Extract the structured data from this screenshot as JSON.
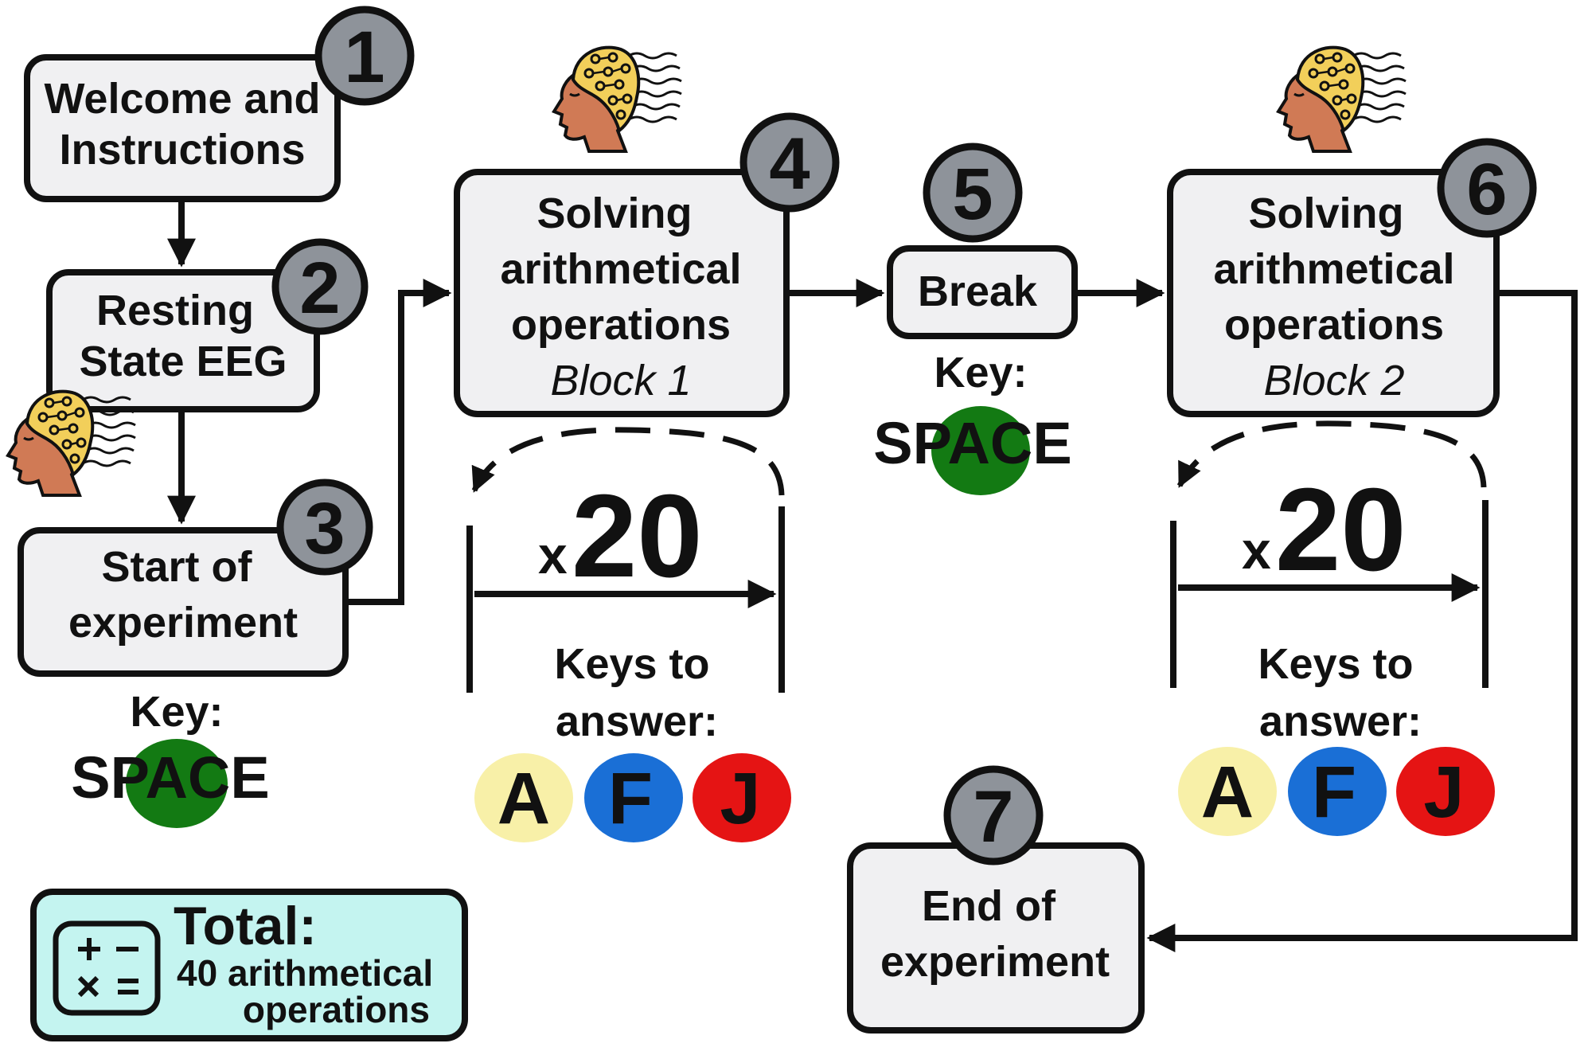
{
  "steps": [
    {
      "number": "1",
      "lines": [
        "Welcome and",
        "Instructions"
      ]
    },
    {
      "number": "2",
      "lines": [
        "Resting",
        "State EEG"
      ]
    },
    {
      "number": "3",
      "lines": [
        "Start of",
        "experiment"
      ]
    },
    {
      "number": "4",
      "lines": [
        "Solving",
        "arithmetical",
        "operations"
      ],
      "italic": "Block 1"
    },
    {
      "number": "5",
      "lines": [
        "Break"
      ]
    },
    {
      "number": "6",
      "lines": [
        "Solving",
        "arithmetical",
        "operations"
      ],
      "italic": "Block 2"
    },
    {
      "number": "7",
      "lines": [
        "End of",
        "experiment"
      ]
    }
  ],
  "key_label": "Key:",
  "space_key": "SPACE",
  "repeat": {
    "prefix": "x",
    "count": "20"
  },
  "answer_label": [
    "Keys to",
    "answer:"
  ],
  "answer_keys": [
    {
      "letter": "A",
      "color": "#f8f0a8"
    },
    {
      "letter": "F",
      "color": "#1a6fd6"
    },
    {
      "letter": "J",
      "color": "#e51414"
    }
  ],
  "space_color": "#137a13",
  "total": {
    "title": "Total:",
    "lines": [
      "40 arithmetical",
      "operations"
    ],
    "bg": "#c4f4f0"
  },
  "icons": [
    "eeg-cap-head-icon",
    "calculator-icon"
  ]
}
